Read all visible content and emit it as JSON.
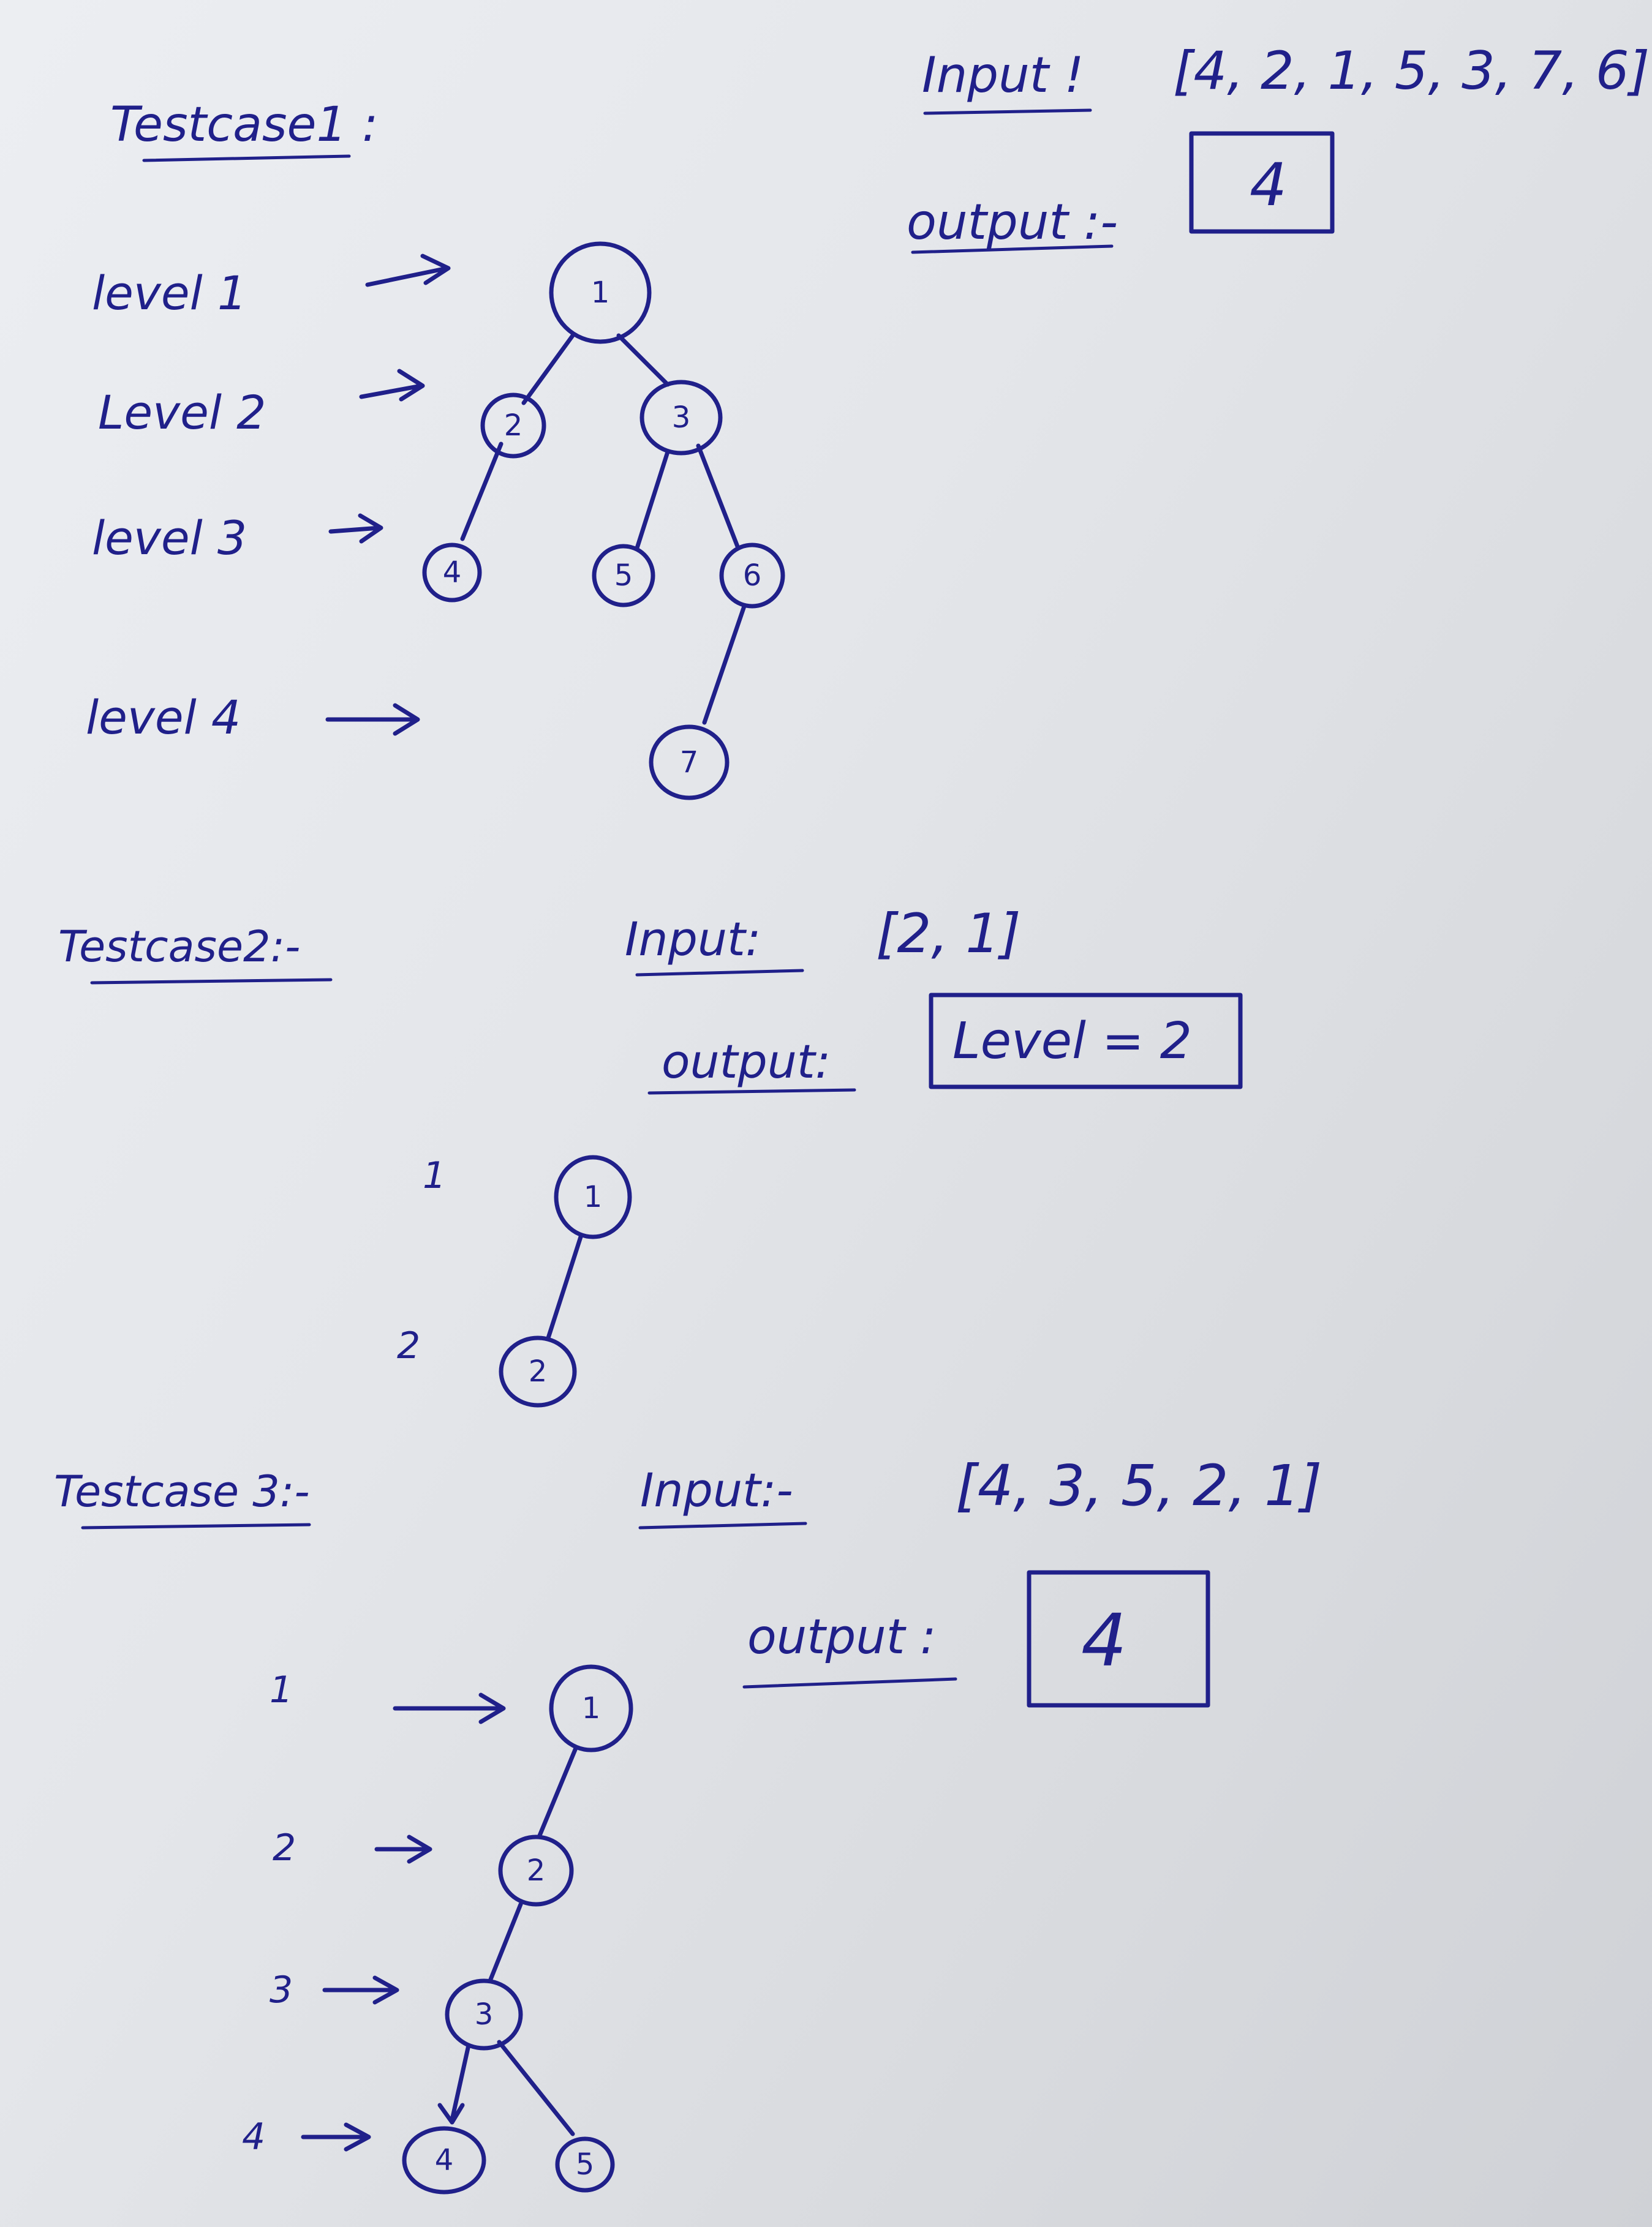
{
  "testcases": [
    {
      "title": "Testcase1 :",
      "input_label": "Input !",
      "input_value": "[4, 2, 1, 5, 3, 7, 6]",
      "output_label": "output :-",
      "output_value": "4",
      "level_labels": [
        "level 1",
        "Level 2",
        "level 3",
        "level 4"
      ],
      "nodes": [
        "1",
        "2",
        "3",
        "4",
        "5",
        "6",
        "7"
      ]
    },
    {
      "title": "Testcase2:-",
      "input_label": "Input:",
      "input_value": "[2, 1]",
      "output_label": "output:",
      "output_value": "Level = 2",
      "level_labels": [
        "1",
        "2"
      ],
      "nodes": [
        "1",
        "2"
      ]
    },
    {
      "title": "Testcase 3:-",
      "input_label": "Input:-",
      "input_value": "[4, 3, 5, 2, 1]",
      "output_label": "output :",
      "output_value": "4",
      "level_labels": [
        "1",
        "2",
        "3",
        "4"
      ],
      "nodes": [
        "1",
        "2",
        "3",
        "4",
        "5"
      ]
    }
  ],
  "colors": {
    "ink": "#20208a",
    "paper": "#e6e8ec"
  }
}
